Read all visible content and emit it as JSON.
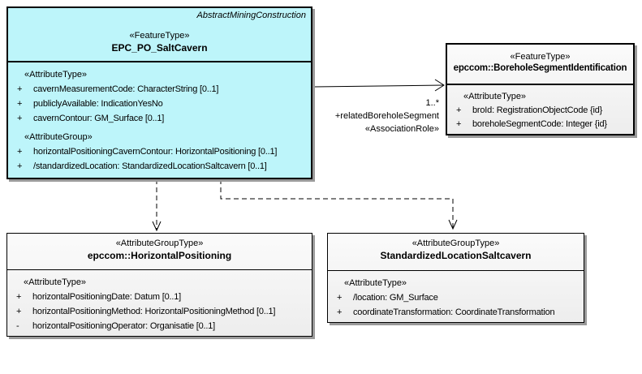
{
  "colors": {
    "background": "#ffffff",
    "feature_fill": "#bdf5fa",
    "group_fill": "#ededed",
    "border": "#000000",
    "shadow": "#9a9a9a",
    "line": "#000000"
  },
  "classes": {
    "saltCavern": {
      "note": "AbstractMiningConstruction",
      "stereotype": "«FeatureType»",
      "name": "EPC_PO_SaltCavern",
      "sections": [
        {
          "label": "«AttributeType»",
          "rows": [
            {
              "vis": "+",
              "text": "cavernMeasurementCode: CharacterString [0..1]"
            },
            {
              "vis": "+",
              "text": "publiclyAvailable: IndicationYesNo"
            },
            {
              "vis": "+",
              "text": "cavernContour: GM_Surface [0..1]"
            }
          ]
        },
        {
          "label": "«AttributeGroup»",
          "rows": [
            {
              "vis": "+",
              "text": "horizontalPositioningCavernContour: HorizontalPositioning [0..1]"
            },
            {
              "vis": "+",
              "text": "/standardizedLocation: StandardizedLocationSaltcavern [0..1]"
            }
          ]
        }
      ]
    },
    "boreholeSegment": {
      "stereotype": "«FeatureType»",
      "name": "epccom::BoreholeSegmentIdentification",
      "sections": [
        {
          "label": "«AttributeType»",
          "rows": [
            {
              "vis": "+",
              "text": "broId: RegistrationObjectCode {id}"
            },
            {
              "vis": "+",
              "text": "boreholeSegmentCode: Integer {id}"
            }
          ]
        }
      ]
    },
    "horizontalPositioning": {
      "stereotype": "«AttributeGroupType»",
      "name": "epccom::HorizontalPositioning",
      "sections": [
        {
          "label": "«AttributeType»",
          "rows": [
            {
              "vis": "+",
              "text": "horizontalPositioningDate: Datum [0..1]"
            },
            {
              "vis": "+",
              "text": "horizontalPositioningMethod: HorizontalPositioningMethod [0..1]"
            },
            {
              "vis": "-",
              "text": "horizontalPositioningOperator: Organisatie [0..1]"
            }
          ]
        }
      ]
    },
    "standardizedLocation": {
      "stereotype": "«AttributeGroupType»",
      "name": "StandardizedLocationSaltcavern",
      "sections": [
        {
          "label": "«AttributeType»",
          "rows": [
            {
              "vis": "+",
              "text": "/location: GM_Surface"
            },
            {
              "vis": "+",
              "text": "coordinateTransformation: CoordinateTransformation"
            }
          ]
        }
      ]
    }
  },
  "association": {
    "multiplicity": "1..*",
    "role": "+relatedBoreholeSegment",
    "stereotype": "«AssociationRole»"
  }
}
